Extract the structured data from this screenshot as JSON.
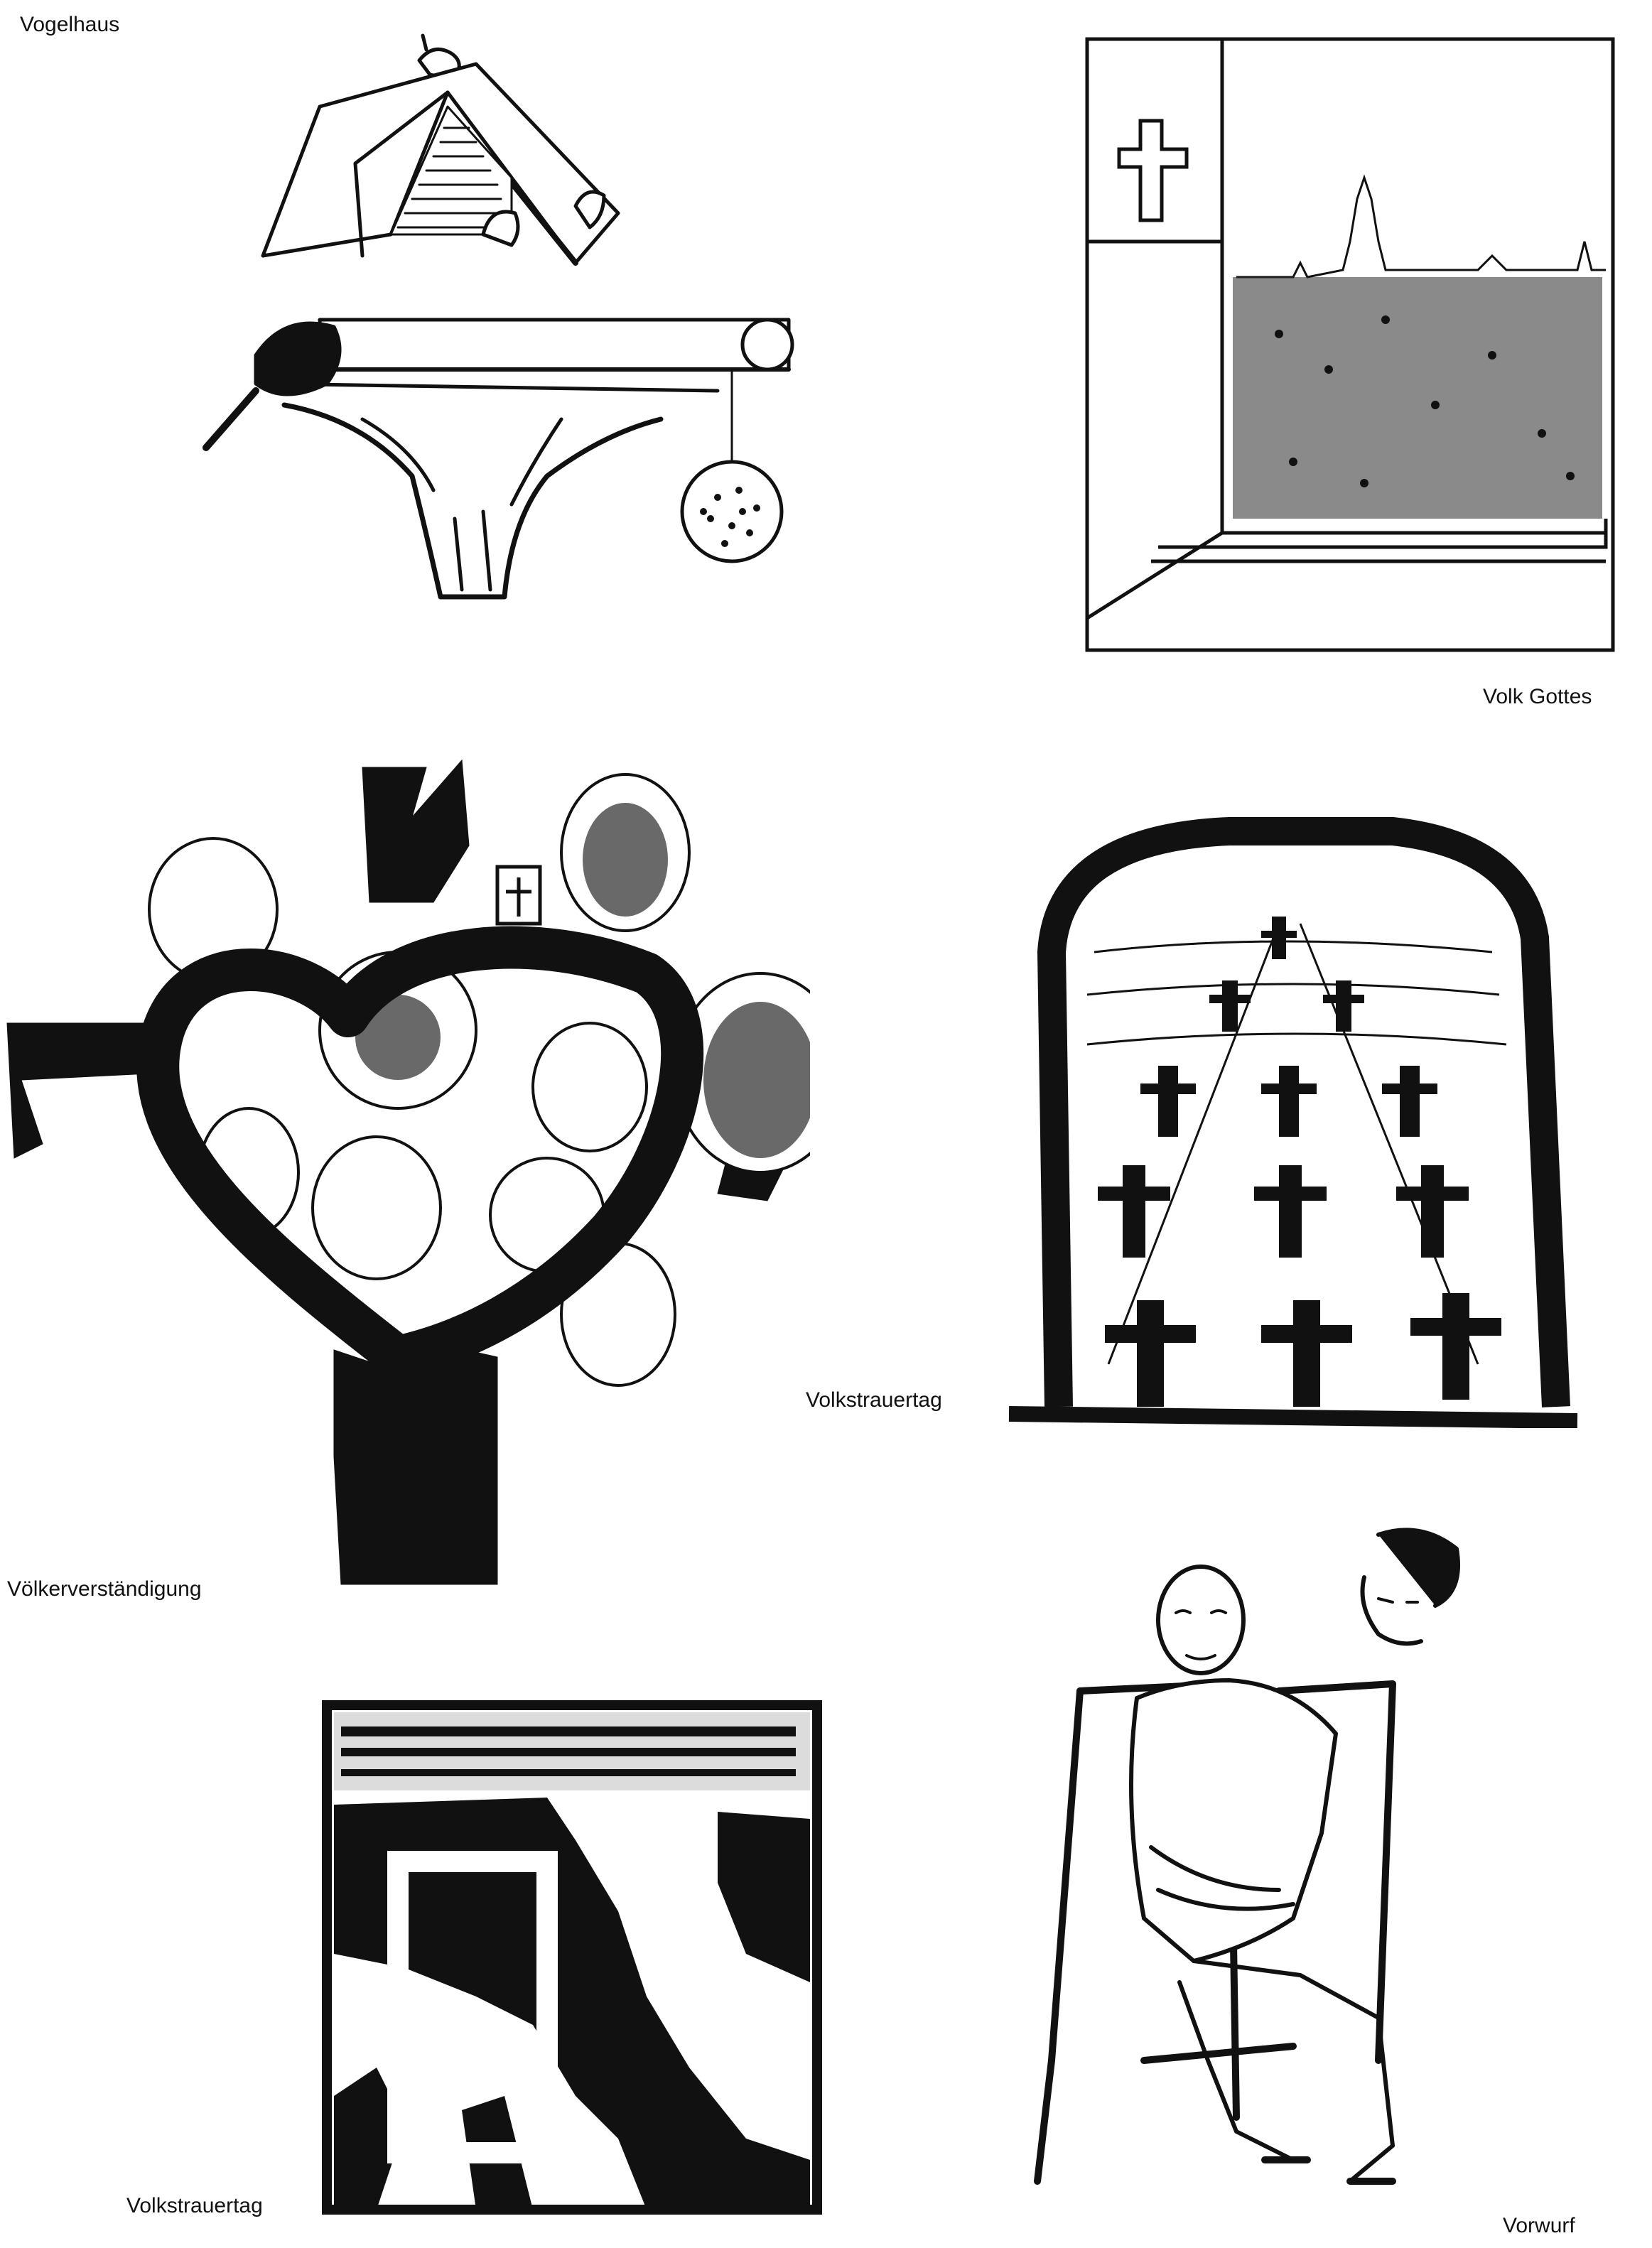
{
  "captions": {
    "vogelhaus": "Vogelhaus",
    "volk_gottes": "Volk Gottes",
    "volkstrauertag_right": "Volkstrauertag",
    "voelkerverstaendigung": "Völkerverständigung",
    "volkstrauertag_bottom": "Volkstrauertag",
    "vorwurf": "Vorwurf"
  },
  "colors": {
    "ink": "#111111",
    "paper": "#ffffff"
  }
}
